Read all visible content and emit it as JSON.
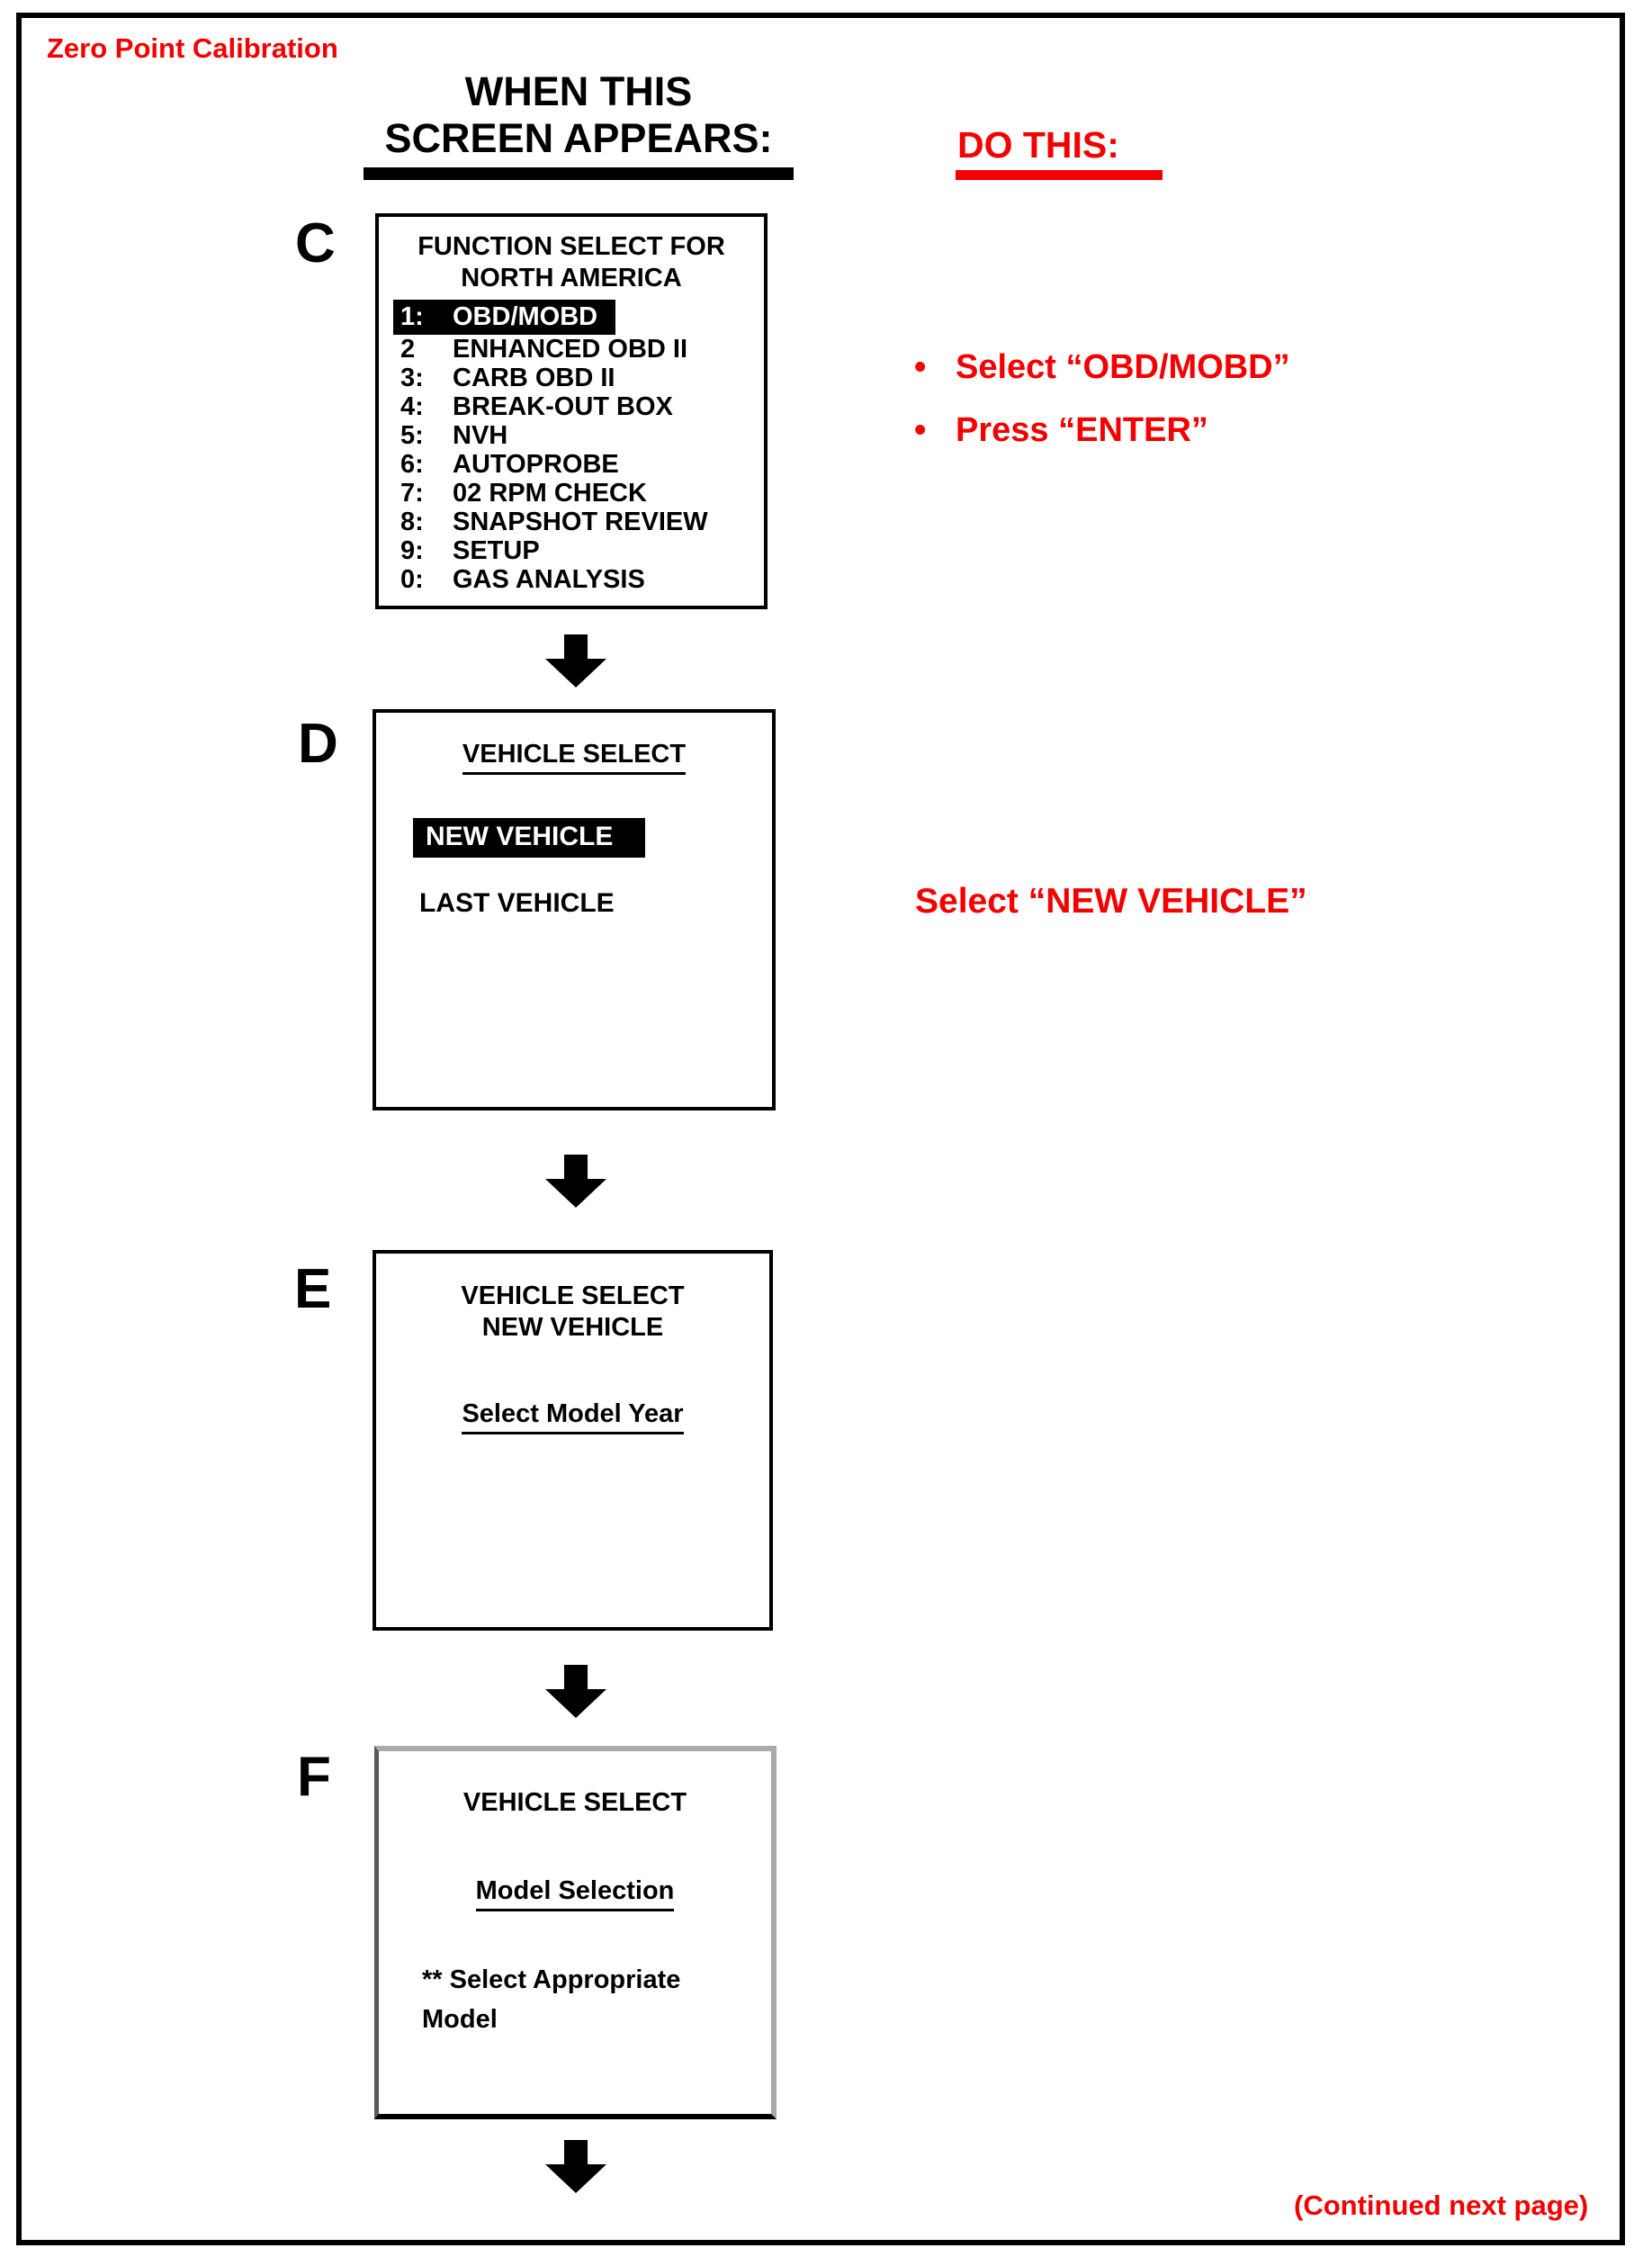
{
  "page": {
    "title": "Zero Point Calibration",
    "continued_note": "(Continued next page)"
  },
  "columns": {
    "when_line1": "WHEN THIS",
    "when_line2": "SCREEN APPEARS:",
    "do_this": "DO THIS:"
  },
  "colors": {
    "annotation_red": "#f40000",
    "highlight_bg": "#000000",
    "highlight_text": "#ffffff"
  },
  "steps": [
    {
      "label": "C",
      "bullet": "•",
      "screen_title_line1": "FUNCTION SELECT FOR",
      "screen_title_line2": "NORTH AMERICA",
      "menu": [
        {
          "num": "1:",
          "label": "OBD/MOBD"
        },
        {
          "num": "2",
          "label": "ENHANCED OBD II"
        },
        {
          "num": "3:",
          "label": "CARB OBD II"
        },
        {
          "num": "4:",
          "label": "BREAK-OUT BOX"
        },
        {
          "num": "5:",
          "label": "NVH"
        },
        {
          "num": "6:",
          "label": "AUTOPROBE"
        },
        {
          "num": "7:",
          "label": "02 RPM CHECK"
        },
        {
          "num": "8:",
          "label": "SNAPSHOT REVIEW"
        },
        {
          "num": "9:",
          "label": "SETUP"
        },
        {
          "num": "0:",
          "label": "GAS ANALYSIS"
        }
      ],
      "instructions": [
        "Select “OBD/MOBD”",
        "Press “ENTER”"
      ]
    },
    {
      "label": "D",
      "screen_title": "VEHICLE SELECT",
      "highlighted_item": "NEW VEHICLE",
      "item2": "LAST VEHICLE",
      "instruction": "Select “NEW VEHICLE”"
    },
    {
      "label": "E",
      "screen_title_line1": "VEHICLE SELECT",
      "screen_title_line2": "NEW VEHICLE",
      "prompt": "Select Model Year"
    },
    {
      "label": "F",
      "screen_title": "VEHICLE SELECT",
      "prompt": "Model Selection",
      "note": "** Select Appropriate\nModel"
    }
  ]
}
